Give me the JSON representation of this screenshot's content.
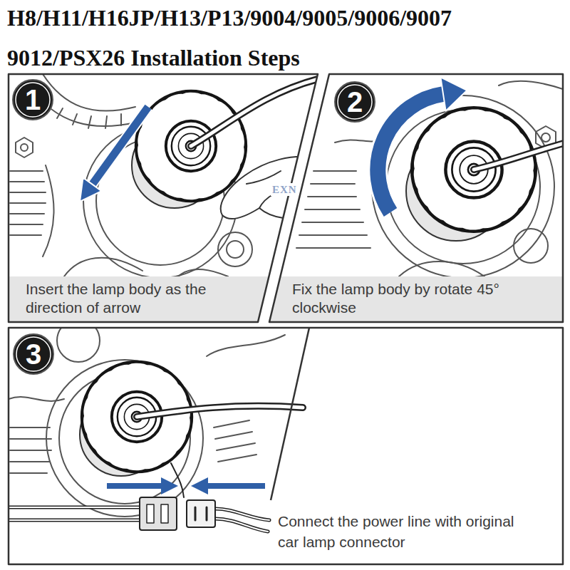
{
  "diagram": {
    "title": "H8/H11/H16JP/H13/P13/9004/9005/9006/9007 9012/PSX26 Installation Steps",
    "nodes": [
      {
        "text": [
          "Insert the lamp body as the direction of arrow"
        ]
      },
      {
        "text": [
          "1"
        ],
        "in": 0
      },
      {
        "text": [
          "Fix the lamp body by rotate 45° clockwise"
        ]
      },
      {
        "text": [
          "2"
        ],
        "in": 2
      },
      {
        "text": [
          "Connect the power line with original car lamp connector"
        ]
      },
      {
        "text": [
          "3"
        ],
        "in": 4
      }
    ],
    "labels": [
      "EXN"
    ]
  }
}
